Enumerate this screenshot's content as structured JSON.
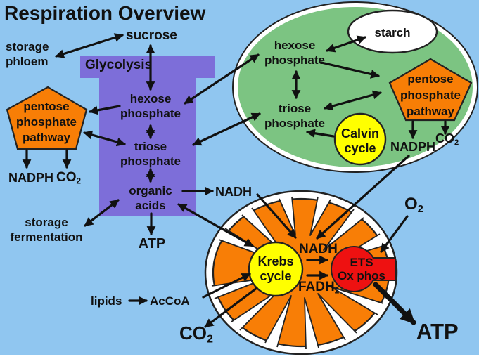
{
  "title": "Respiration Overview",
  "colors": {
    "background": "#90C6F0",
    "glycolysis_purple": "#7D6ED9",
    "organelle_orange": "#F87E06",
    "chloroplast_green": "#7CC482",
    "cycle_yellow": "#FFFF00",
    "ets_red": "#EE1111",
    "line_black": "#111111"
  },
  "cytosol": {
    "storage_phloem": "storage\nphloem",
    "sucrose": "sucrose",
    "glycolysis": {
      "title": "Glycolysis",
      "hexose_phosphate": "hexose\nphosphate",
      "triose_phosphate": "triose\nphosphate",
      "organic_acids": "organic\nacids",
      "atp": "ATP"
    },
    "pentose_phosphate_pathway": "pentose\nphosphate\npathway",
    "nadph": "NADPH",
    "storage_fermentation": "storage\nfermentation",
    "nadh": "NADH",
    "lipids": "lipids",
    "accoa": "AcCoA"
  },
  "chloroplast": {
    "starch": "starch",
    "hexose_phosphate": "hexose\nphosphate",
    "triose_phosphate": "triose\nphosphate",
    "calvin_cycle": "Calvin\ncycle",
    "pentose_phosphate_pathway": "pentose\nphosphate\npathway",
    "nadph": "NADPH"
  },
  "mitochondrion": {
    "krebs_cycle": "Krebs\ncycle",
    "nadh": "NADH",
    "fadh2_base": "FADH",
    "fadh2_sub": "2",
    "ets_ox_phos": "ETS\nOx phos",
    "atp": "ATP"
  },
  "molecules": {
    "co2_base": "CO",
    "co2_sub": "2",
    "o2_base": "O",
    "o2_sub": "2"
  }
}
